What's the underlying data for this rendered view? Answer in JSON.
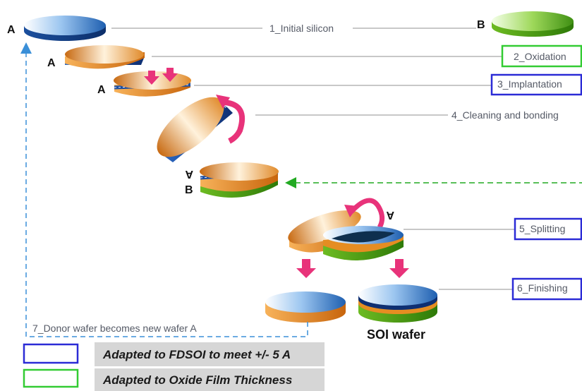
{
  "steps": {
    "initial": "1_Initial silicon",
    "oxidation": "2_Oxidation",
    "implantation": "3_Implantation",
    "cleaning": "4_Cleaning and bonding",
    "splitting": "5_Splitting",
    "finishing": "6_Finishing",
    "donor": "7_Donor wafer becomes new wafer A"
  },
  "wafer_labels": {
    "a": "A",
    "b": "B"
  },
  "soi_label": "SOI wafer",
  "legend": {
    "blue_text": "Adapted to FDSOI to meet +/- 5 A",
    "green_text": "Adapted to Oxide Film Thickness"
  },
  "colors": {
    "blue_box": "#2b2bd6",
    "green_box": "#33cc33",
    "arrow_pink": "#e8337a",
    "dashed_blue": "#3a8fd8",
    "dashed_green": "#22aa22"
  }
}
